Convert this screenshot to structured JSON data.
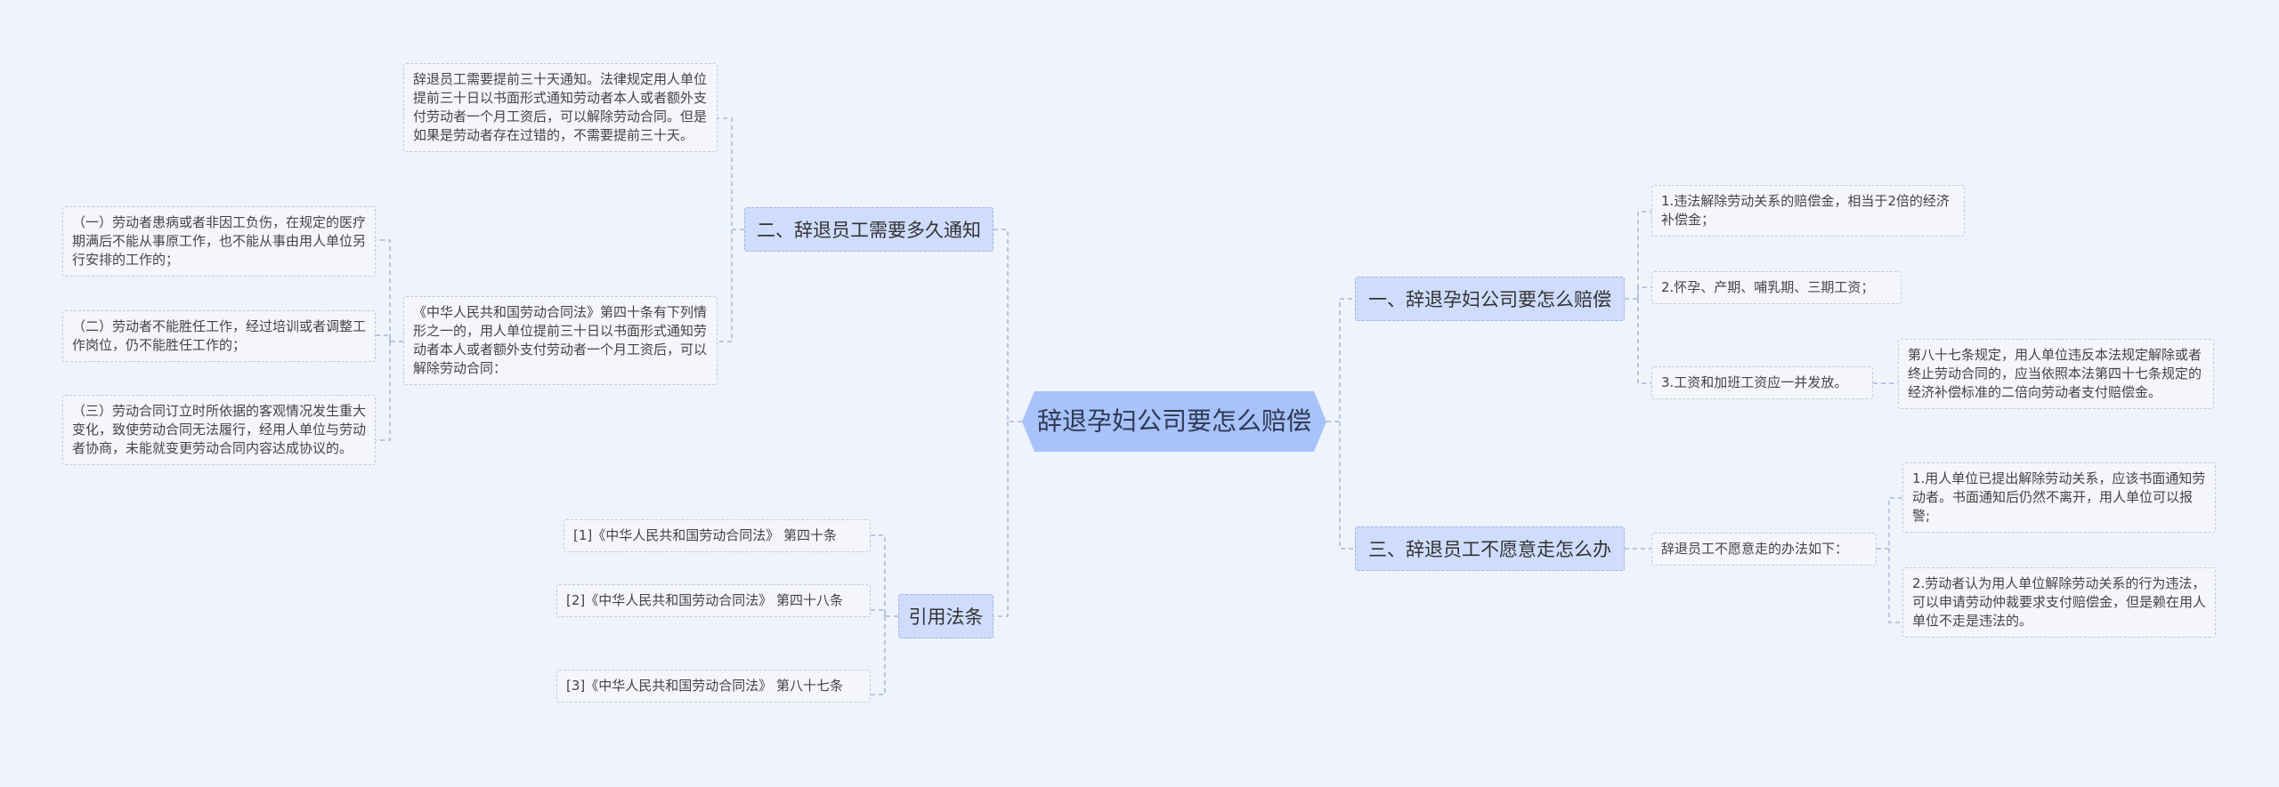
{
  "root": {
    "title": "辞退孕妇公司要怎么赔偿"
  },
  "branches": {
    "compensation": {
      "title": "一、辞退孕妇公司要怎么赔偿",
      "items": [
        "1.违法解除劳动关系的赔偿金，相当于2倍的经济补偿金；",
        "2.怀孕、产期、哺乳期、三期工资；",
        "3.工资和加班工资应一并发放。"
      ],
      "detail": "第八十七条规定，用人单位违反本法规定解除或者终止劳动合同的，应当依照本法第四十七条规定的经济补偿标准的二倍向劳动者支付赔偿金。"
    },
    "refuse": {
      "title": "三、辞退员工不愿意走怎么办",
      "intro": "辞退员工不愿意走的办法如下：",
      "items": [
        "1.用人单位已提出解除劳动关系，应该书面通知劳动者。书面通知后仍然不离开，用人单位可以报警;",
        "2.劳动者认为用人单位解除劳动关系的行为违法，可以申请劳动仲裁要求支付赔偿金，但是赖在用人单位不走是违法的。"
      ]
    },
    "notice": {
      "title": "二、辞退员工需要多久通知",
      "item1": "辞退员工需要提前三十天通知。法律规定用人单位提前三十日以书面形式通知劳动者本人或者额外支付劳动者一个月工资后，可以解除劳动合同。但是如果是劳动者存在过错的，不需要提前三十天。",
      "item2": "《中华人民共和国劳动合同法》第四十条有下列情形之一的，用人单位提前三十日以书面形式通知劳动者本人或者额外支付劳动者一个月工资后，可以解除劳动合同：",
      "cases": [
        "（一）劳动者患病或者非因工负伤，在规定的医疗期满后不能从事原工作，也不能从事由用人单位另行安排的工作的；",
        "（二）劳动者不能胜任工作，经过培训或者调整工作岗位，仍不能胜任工作的；",
        "（三）劳动合同订立时所依据的客观情况发生重大变化，致使劳动合同无法履行，经用人单位与劳动者协商，未能就变更劳动合同内容达成协议的。"
      ]
    },
    "laws": {
      "title": "引用法条",
      "items": [
        "[1]《中华人民共和国劳动合同法》 第四十条",
        "[2]《中华人民共和国劳动合同法》 第四十八条",
        "[3]《中华人民共和国劳动合同法》 第八十七条"
      ]
    }
  },
  "colors": {
    "background": "#eff3fb",
    "root": "#a8c2fa",
    "branch": "#cfdcfc",
    "line": "#9fb4e6"
  }
}
